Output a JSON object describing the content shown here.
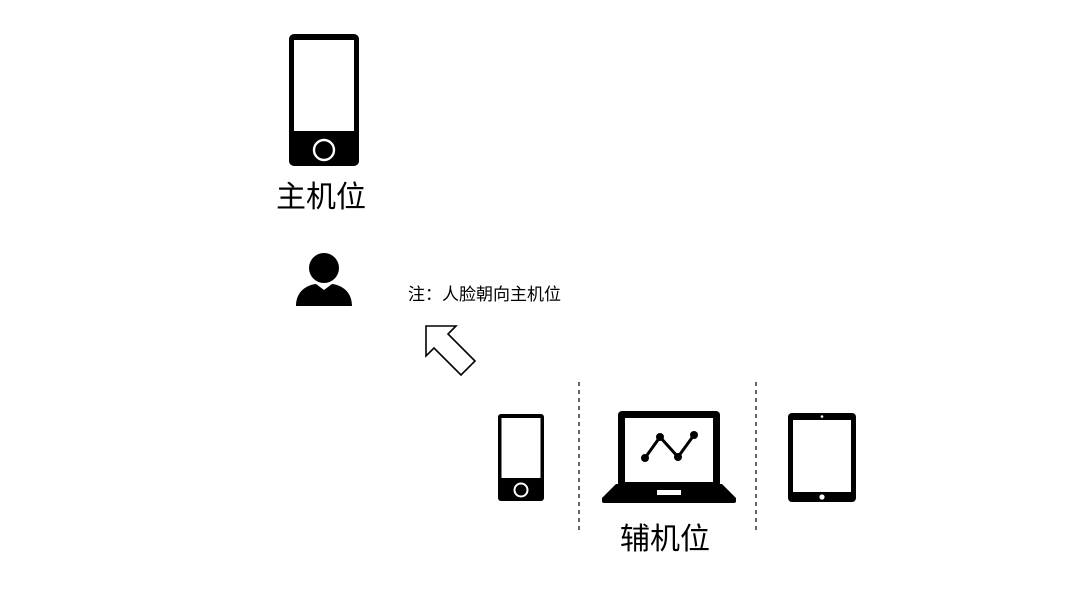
{
  "primary": {
    "label": "主机位"
  },
  "note": {
    "text": "注：人脸朝向主机位"
  },
  "secondary": {
    "label": "辅机位"
  }
}
